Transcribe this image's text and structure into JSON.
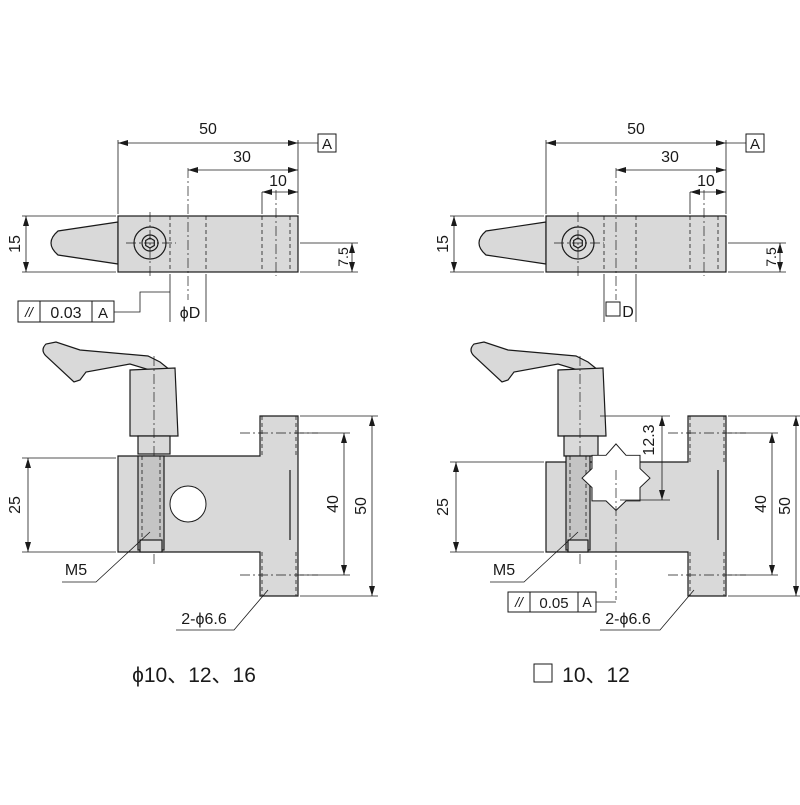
{
  "left_view": {
    "dim_top_overall": "50",
    "dim_top_mid": "30",
    "dim_top_small": "10",
    "datum_label": "A",
    "dim_side_height": "15",
    "dim_side_offset": "7.5",
    "tolerance_parallel_symbol": "//",
    "tolerance_value": "0.03",
    "tolerance_datum": "A",
    "bore_label": "ϕD",
    "dim_bottom_height": "25",
    "dim_bottom_inner": "40",
    "dim_bottom_outer": "50",
    "thread_label": "M5",
    "holes_label": "2-ϕ6.6",
    "caption": "ϕ10、12、16"
  },
  "right_view": {
    "dim_top_overall": "50",
    "dim_top_mid": "30",
    "dim_top_small": "10",
    "datum_label": "A",
    "dim_side_height": "15",
    "dim_side_offset": "7.5",
    "bore_label": "D",
    "dim_top_bolt": "12.3",
    "dim_bottom_height": "25",
    "dim_bottom_inner": "40",
    "dim_bottom_outer": "50",
    "thread_label": "M5",
    "tolerance_parallel_symbol": "//",
    "tolerance_value": "0.05",
    "tolerance_datum": "A",
    "holes_label": "2-ϕ6.6",
    "caption": "10、12"
  }
}
